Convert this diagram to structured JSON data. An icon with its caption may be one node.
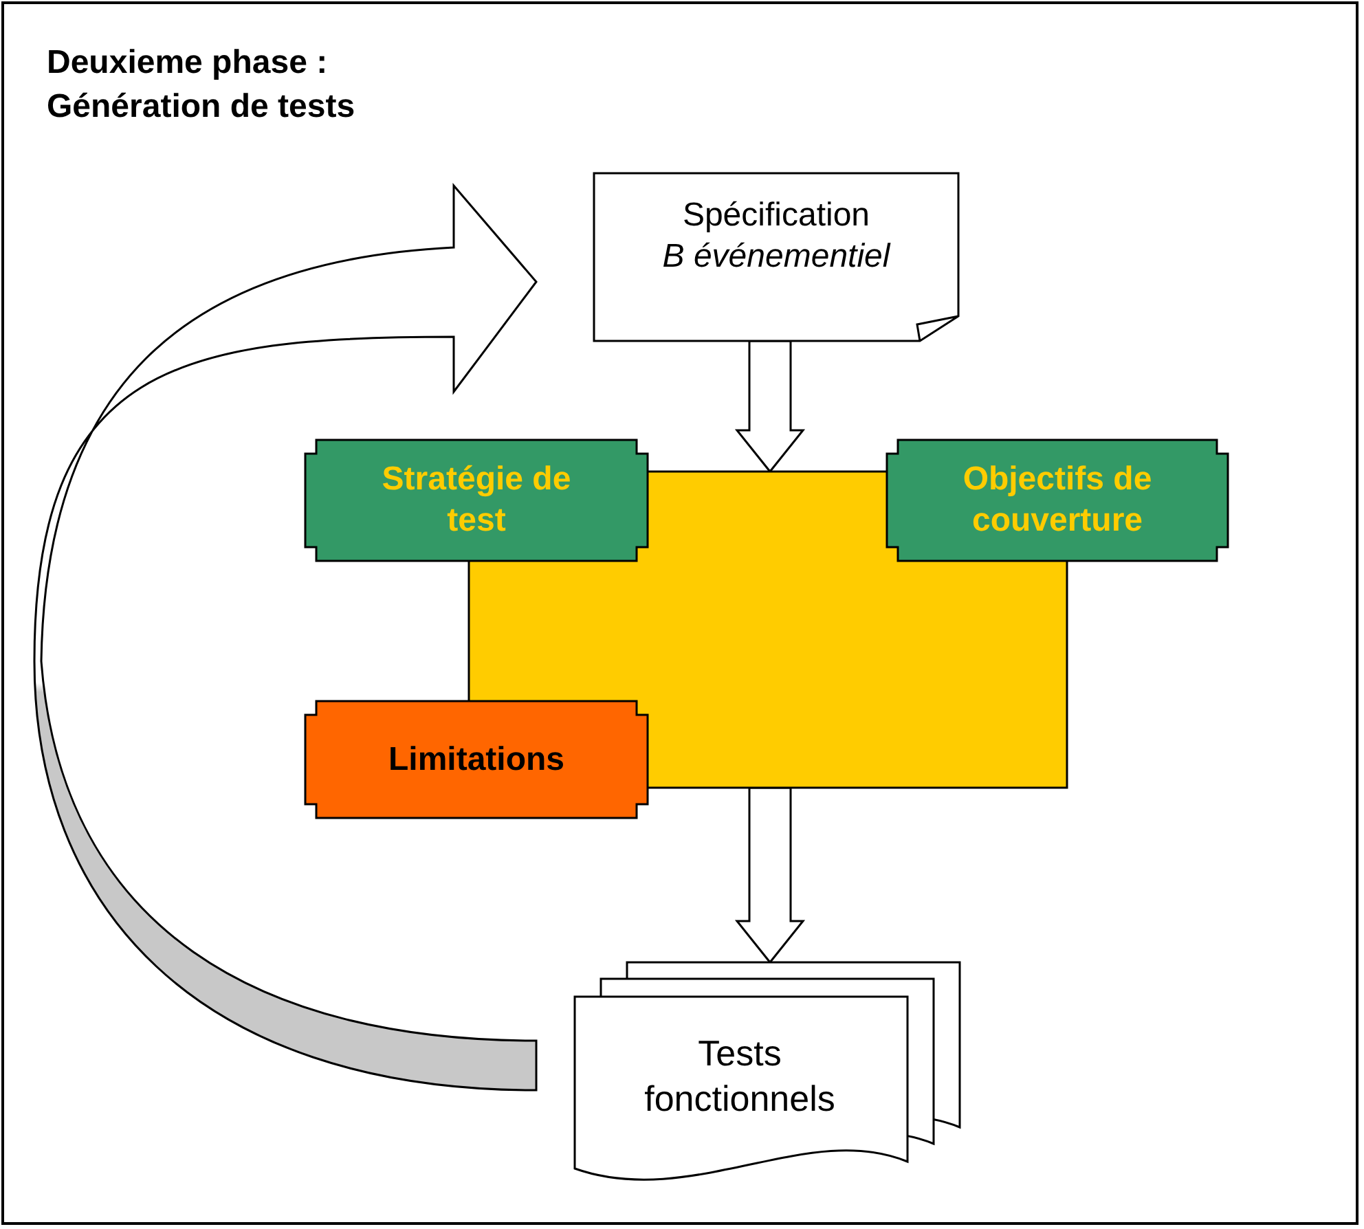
{
  "diagram": {
    "title": "Deuxieme phase : Génération de tests",
    "nodes": [
      {
        "text": [
          "Spécification",
          "B événementiel"
        ]
      },
      {
        "text": [],
        "shape": "box"
      },
      {
        "text": [
          "Stratégie de test"
        ]
      },
      {
        "text": [
          "Objectifs de couverture"
        ]
      },
      {
        "text": [
          "Limitations"
        ]
      },
      {
        "text": [
          "Tests fonctionnels"
        ]
      }
    ],
    "edges": [
      {
        "from": 0,
        "to": 1,
        "arrow": "to"
      },
      {
        "from": 1,
        "to": 5,
        "arrow": "to"
      },
      {
        "from": 5,
        "to": 0,
        "arrow": "to",
        "style": "thick"
      }
    ]
  }
}
